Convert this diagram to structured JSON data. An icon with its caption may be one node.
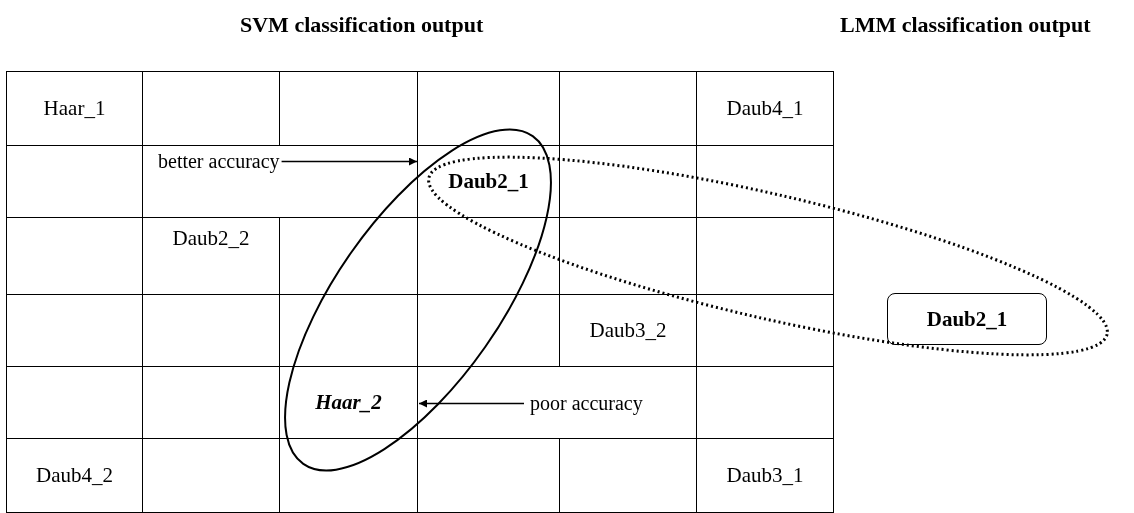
{
  "diagram": {
    "nodes": [
      {
        "text": [
          "Haar_1"
        ]
      },
      {
        "text": [
          "Daub4_1"
        ]
      },
      {
        "text": [
          "better accuracy"
        ]
      },
      {
        "text": [
          "Daub2_1"
        ]
      },
      {
        "text": [
          "Daub2_2"
        ]
      },
      {
        "text": [
          "Daub3_2"
        ]
      },
      {
        "text": [
          "Daub2_1"
        ]
      },
      {
        "text": [
          "Haar_2"
        ]
      },
      {
        "text": [
          "poor accuracy"
        ]
      },
      {
        "text": [
          "Daub4_2"
        ]
      },
      {
        "text": [
          "Daub3_1"
        ]
      }
    ],
    "edges": [
      {
        "from": 2,
        "to": 3,
        "arrow": "to"
      },
      {
        "from": 8,
        "to": 7,
        "arrow": "to"
      }
    ],
    "labels": [
      "SVM classification output",
      "LMM classification output"
    ]
  }
}
